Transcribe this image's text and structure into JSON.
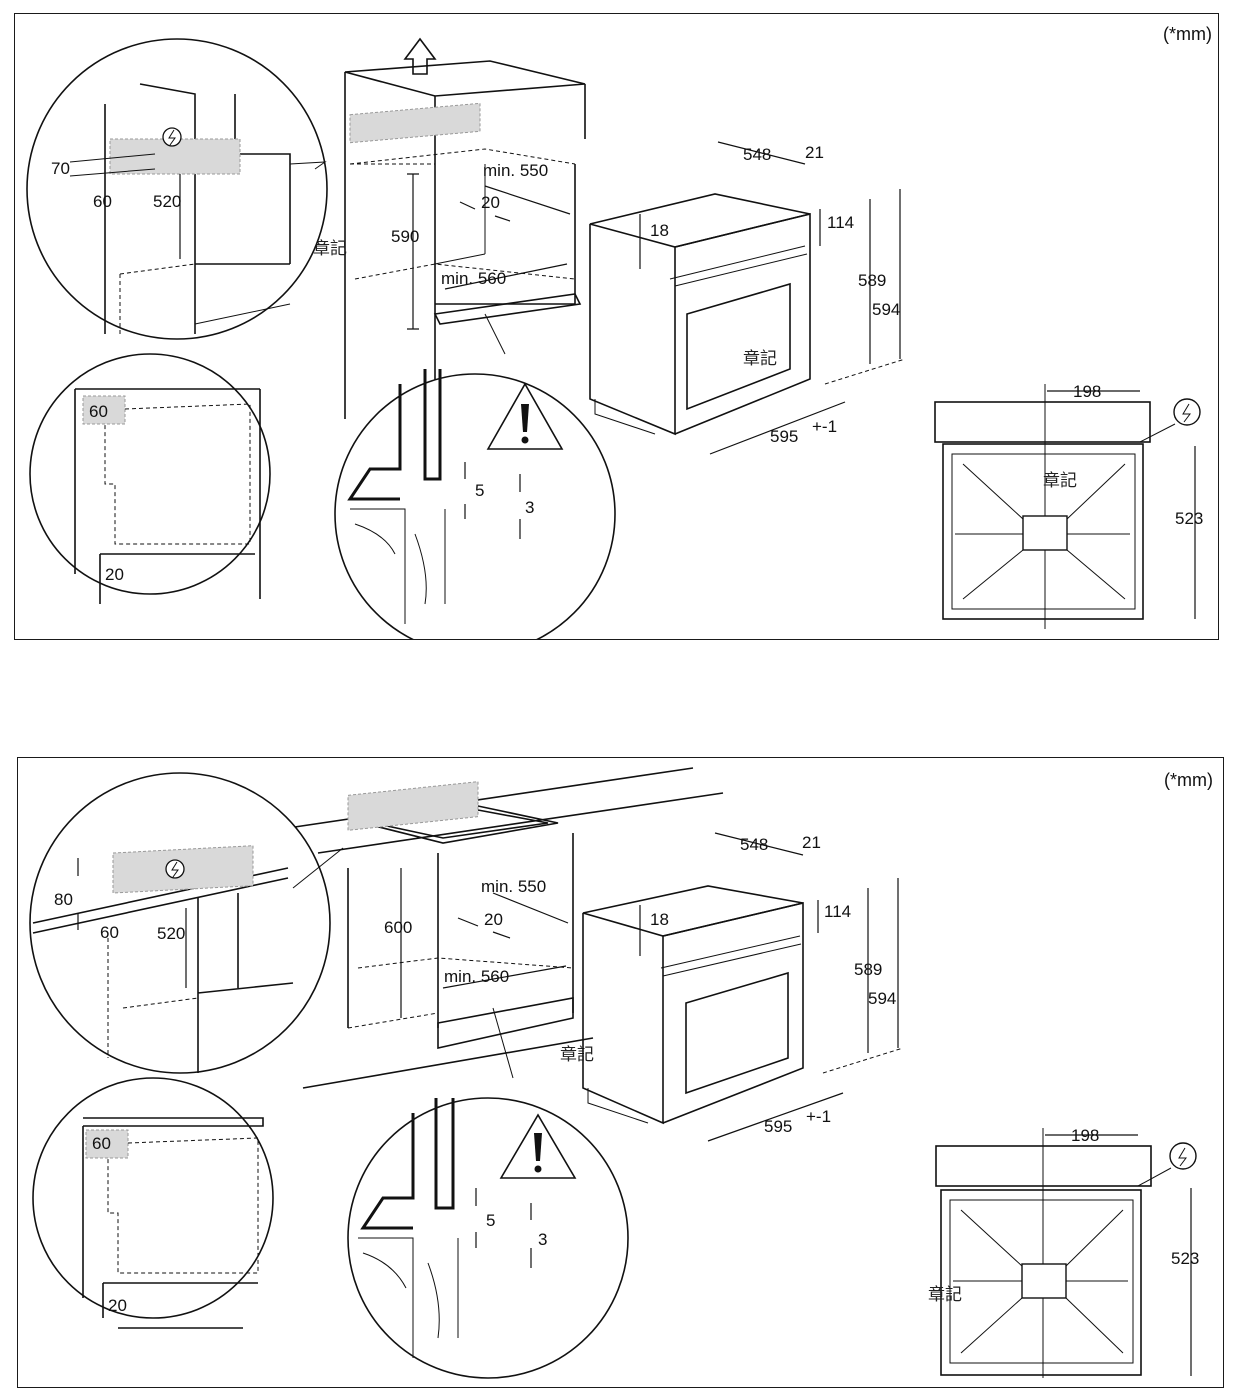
{
  "unit_label": "(*mm)",
  "stamp_text": "章記",
  "icons": [
    "electric-connection-icon",
    "warning-triangle-icon",
    "up-arrow-icon"
  ],
  "panels": [
    {
      "id": "top",
      "title_unit": "(*mm)",
      "niche": {
        "d1": "70",
        "d2": "60",
        "d3": "520",
        "height": "590",
        "depth_min": "min. 550",
        "gap": "20",
        "width_min": "min. 560",
        "detail_left": "60",
        "detail_bottom": "20"
      },
      "oven": {
        "depth": "548",
        "panel": "21",
        "h_top": "18",
        "h_bar": "114",
        "h_body": "589",
        "h_total": "594",
        "width": "595",
        "width_tol": "+-1"
      },
      "rear": {
        "offset": "198",
        "height": "523"
      },
      "detail": {
        "gap_a": "5",
        "gap_b": "3"
      }
    },
    {
      "id": "bottom",
      "title_unit": "(*mm)",
      "niche": {
        "d1": "80",
        "d2": "60",
        "d3": "520",
        "height": "600",
        "depth_min": "min. 550",
        "gap": "20",
        "width_min": "min. 560",
        "detail_left": "60",
        "detail_bottom": "20"
      },
      "oven": {
        "depth": "548",
        "panel": "21",
        "h_top": "18",
        "h_bar": "114",
        "h_body": "589",
        "h_total": "594",
        "width": "595",
        "width_tol": "+-1"
      },
      "rear": {
        "offset": "198",
        "height": "523"
      },
      "detail": {
        "gap_a": "5",
        "gap_b": "3"
      }
    }
  ]
}
